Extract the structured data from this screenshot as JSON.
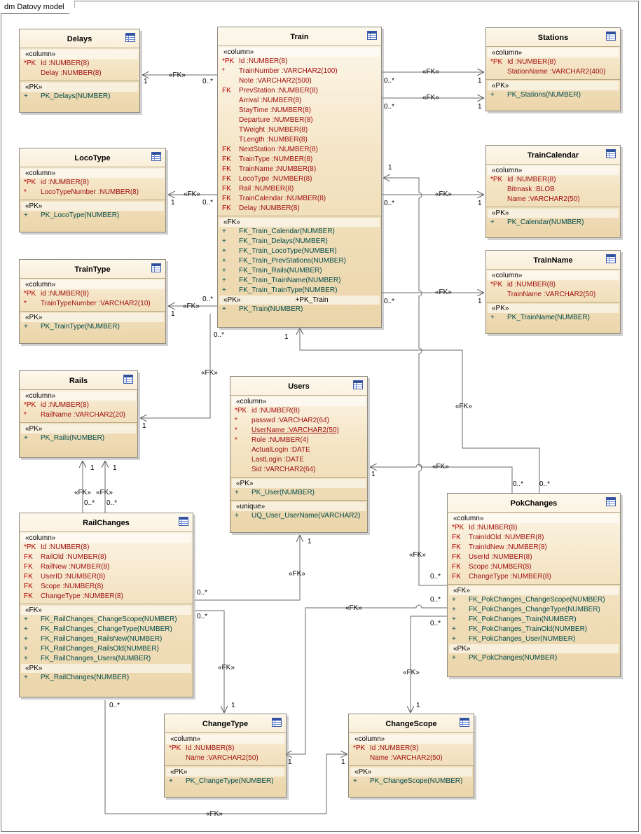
{
  "frame_title": "dm Datovy model",
  "entities": {
    "train": {
      "name": "Train",
      "columns_label": "«column»",
      "columns": [
        {
          "pfx": "*PK",
          "text": "Id  :NUMBER(8)"
        },
        {
          "pfx": "*",
          "text": "TrainNumber  :VARCHAR2(100)"
        },
        {
          "pfx": "",
          "text": "Note  :VARCHAR2(500)"
        },
        {
          "pfx": "FK",
          "text": "PrevStation  :NUMBER(8)"
        },
        {
          "pfx": "",
          "text": "Arrival  :NUMBER(8)"
        },
        {
          "pfx": "",
          "text": "StayTime  :NUMBER(8)"
        },
        {
          "pfx": "",
          "text": "Departure  :NUMBER(8)"
        },
        {
          "pfx": "",
          "text": "TWeight  :NUMBER(8)"
        },
        {
          "pfx": "",
          "text": "TLength  :NUMBER(8)"
        },
        {
          "pfx": "FK",
          "text": "NextStation  :NUMBER(8)"
        },
        {
          "pfx": "FK",
          "text": "TrainType  :NUMBER(8)"
        },
        {
          "pfx": "FK",
          "text": "TrainName  :NUMBER(8)"
        },
        {
          "pfx": "FK",
          "text": "LocoType  :NUMBER(8)"
        },
        {
          "pfx": "FK",
          "text": "Rail  :NUMBER(8)"
        },
        {
          "pfx": "FK",
          "text": "TrainCalendar  :NUMBER(8)"
        },
        {
          "pfx": "FK",
          "text": "Delay  :NUMBER(8)"
        }
      ],
      "fk_label": "«FK»",
      "fks": [
        {
          "pfx": "+",
          "text": "FK_Train_Calendar(NUMBER)"
        },
        {
          "pfx": "+",
          "text": "FK_Train_Delays(NUMBER)"
        },
        {
          "pfx": "+",
          "text": "FK_Train_LocoType(NUMBER)"
        },
        {
          "pfx": "+",
          "text": "FK_Train_PrevStations(NUMBER)"
        },
        {
          "pfx": "+",
          "text": "FK_Train_Rails(NUMBER)"
        },
        {
          "pfx": "+",
          "text": "FK_Train_TrainName(NUMBER)"
        },
        {
          "pfx": "+",
          "text": "FK_Train_TrainType(NUMBER)"
        }
      ],
      "pk_label": "«PK»",
      "pk_role": "+PK_Train",
      "pks": [
        {
          "pfx": "+",
          "text": "PK_Train(NUMBER)"
        }
      ]
    },
    "delays": {
      "name": "Delays",
      "columns_label": "«column»",
      "columns": [
        {
          "pfx": "*PK",
          "text": "Id  :NUMBER(8)"
        },
        {
          "pfx": "",
          "text": "Delay  :NUMBER(8)"
        }
      ],
      "pk_label": "«PK»",
      "pks": [
        {
          "pfx": "+",
          "text": "PK_Delays(NUMBER)"
        }
      ]
    },
    "stations": {
      "name": "Stations",
      "columns_label": "«column»",
      "columns": [
        {
          "pfx": "*PK",
          "text": "Id  :NUMBER(8)"
        },
        {
          "pfx": "",
          "text": "StationName  :VARCHAR2(400)"
        }
      ],
      "pk_label": "«PK»",
      "pks": [
        {
          "pfx": "+",
          "text": "PK_Stations(NUMBER)"
        }
      ]
    },
    "locotype": {
      "name": "LocoType",
      "columns_label": "«column»",
      "columns": [
        {
          "pfx": "*PK",
          "text": "id  :NUMBER(8)"
        },
        {
          "pfx": "*",
          "text": "LocoTypeNumber  :NUMBER(8)"
        }
      ],
      "pk_label": "«PK»",
      "pks": [
        {
          "pfx": "+",
          "text": "PK_LocoType(NUMBER)"
        }
      ]
    },
    "traincalendar": {
      "name": "TrainCalendar",
      "columns_label": "«column»",
      "columns": [
        {
          "pfx": "*PK",
          "text": "Id  :NUMBER(8)"
        },
        {
          "pfx": "",
          "text": "Bitmask  :BLOB"
        },
        {
          "pfx": "",
          "text": "Name  :VARCHAR2(50)"
        }
      ],
      "pk_label": "«PK»",
      "pks": [
        {
          "pfx": "+",
          "text": "PK_Calendar(NUMBER)"
        }
      ]
    },
    "traintype": {
      "name": "TrainType",
      "columns_label": "«column»",
      "columns": [
        {
          "pfx": "*PK",
          "text": "id  :NUMBER(8)"
        },
        {
          "pfx": "*",
          "text": "TrainTypeNumber  :VARCHAR2(10)"
        }
      ],
      "pk_label": "«PK»",
      "pks": [
        {
          "pfx": "+",
          "text": "PK_TrainType(NUMBER)"
        }
      ]
    },
    "trainname": {
      "name": "TrainName",
      "columns_label": "«column»",
      "columns": [
        {
          "pfx": "*PK",
          "text": "id  :NUMBER(8)"
        },
        {
          "pfx": "",
          "text": "TrainName  :VARCHAR2(50)"
        }
      ],
      "pk_label": "«PK»",
      "pks": [
        {
          "pfx": "+",
          "text": "PK_TrainName(NUMBER)"
        }
      ]
    },
    "rails": {
      "name": "Rails",
      "columns_label": "«column»",
      "columns": [
        {
          "pfx": "*PK",
          "text": "id  :NUMBER(8)"
        },
        {
          "pfx": "*",
          "text": "RailName  :VARCHAR2(20)"
        }
      ],
      "pk_label": "«PK»",
      "pks": [
        {
          "pfx": "+",
          "text": "PK_Rails(NUMBER)"
        }
      ]
    },
    "users": {
      "name": "Users",
      "columns_label": "«column»",
      "columns": [
        {
          "pfx": "*PK",
          "text": "id  :NUMBER(8)"
        },
        {
          "pfx": "*",
          "text": "passwd  :VARCHAR2(64)"
        },
        {
          "pfx": "*",
          "text": "UserName  :VARCHAR2(50)",
          "underline": true
        },
        {
          "pfx": "*",
          "text": "Role  :NUMBER(4)"
        },
        {
          "pfx": "",
          "text": "ActualLogin  :DATE"
        },
        {
          "pfx": "",
          "text": "LastLogin  :DATE"
        },
        {
          "pfx": "",
          "text": "Sid  :VARCHAR2(64)"
        }
      ],
      "pk_label": "«PK»",
      "pks": [
        {
          "pfx": "+",
          "text": "PK_User(NUMBER)"
        }
      ],
      "unique_label": "«unique»",
      "uniques": [
        {
          "pfx": "+",
          "text": "UQ_User_UserName(VARCHAR2)"
        }
      ]
    },
    "railchanges": {
      "name": "RailChanges",
      "columns_label": "«column»",
      "columns": [
        {
          "pfx": "*PK",
          "text": "Id  :NUMBER(8)"
        },
        {
          "pfx": "FK",
          "text": "RailOld  :NUMBER(8)"
        },
        {
          "pfx": "FK",
          "text": "RailNew  :NUMBER(8)"
        },
        {
          "pfx": "FK",
          "text": "UserID  :NUMBER(8)"
        },
        {
          "pfx": "FK",
          "text": "Scope  :NUMBER(8)"
        },
        {
          "pfx": "FK",
          "text": "ChangeType  :NUMBER(8)"
        }
      ],
      "fk_label": "«FK»",
      "fks": [
        {
          "pfx": "+",
          "text": "FK_RailChanges_ChangeScope(NUMBER)"
        },
        {
          "pfx": "+",
          "text": "FK_RailChanges_ChangeType(NUMBER)"
        },
        {
          "pfx": "+",
          "text": "FK_RailChanges_RailsNew(NUMBER)"
        },
        {
          "pfx": "+",
          "text": "FK_RailChanges_RailsOld(NUMBER)"
        },
        {
          "pfx": "+",
          "text": "FK_RailChanges_Users(NUMBER)"
        }
      ],
      "pk_label": "«PK»",
      "pks": [
        {
          "pfx": "+",
          "text": "PK_RailChanges(NUMBER)"
        }
      ]
    },
    "pokchanges": {
      "name": "PokChanges",
      "columns_label": "«column»",
      "columns": [
        {
          "pfx": "*PK",
          "text": "Id  :NUMBER(8)"
        },
        {
          "pfx": "FK",
          "text": "TrainIdOld  :NUMBER(8)"
        },
        {
          "pfx": "FK",
          "text": "TrainIdNew  :NUMBER(8)"
        },
        {
          "pfx": "FK",
          "text": "UserId  :NUMBER(8)"
        },
        {
          "pfx": "FK",
          "text": "Scope  :NUMBER(8)"
        },
        {
          "pfx": "FK",
          "text": "ChangeType  :NUMBER(8)"
        }
      ],
      "fk_label": "«FK»",
      "fks": [
        {
          "pfx": "+",
          "text": "FK_PokChanges_ChangeScope(NUMBER)"
        },
        {
          "pfx": "+",
          "text": "FK_PokChanges_ChangeType(NUMBER)"
        },
        {
          "pfx": "+",
          "text": "FK_PokChanges_Train(NUMBER)"
        },
        {
          "pfx": "+",
          "text": "FK_PokChanges_TrainOld(NUMBER)"
        },
        {
          "pfx": "+",
          "text": "FK_PokChanges_User(NUMBER)"
        }
      ],
      "pk_label": "«PK»",
      "pks": [
        {
          "pfx": "+",
          "text": "PK_PokChanges(NUMBER)"
        }
      ]
    },
    "changetype": {
      "name": "ChangeType",
      "columns_label": "«column»",
      "columns": [
        {
          "pfx": "*PK",
          "text": "Id  :NUMBER(8)"
        },
        {
          "pfx": "",
          "text": "Name  :VARCHAR2(50)"
        }
      ],
      "pk_label": "«PK»",
      "pks": [
        {
          "pfx": "+",
          "text": "PK_ChangeType(NUMBER)"
        }
      ]
    },
    "changescope": {
      "name": "ChangeScope",
      "columns_label": "«column»",
      "columns": [
        {
          "pfx": "*PK",
          "text": "Id  :NUMBER(8)"
        },
        {
          "pfx": "",
          "text": "Name  :VARCHAR2(50)"
        }
      ],
      "pk_label": "«PK»",
      "pks": [
        {
          "pfx": "+",
          "text": "PK_ChangeScope(NUMBER)"
        }
      ]
    }
  },
  "link_labels": {
    "fk": "«FK»",
    "one": "1",
    "many": "0..*"
  }
}
